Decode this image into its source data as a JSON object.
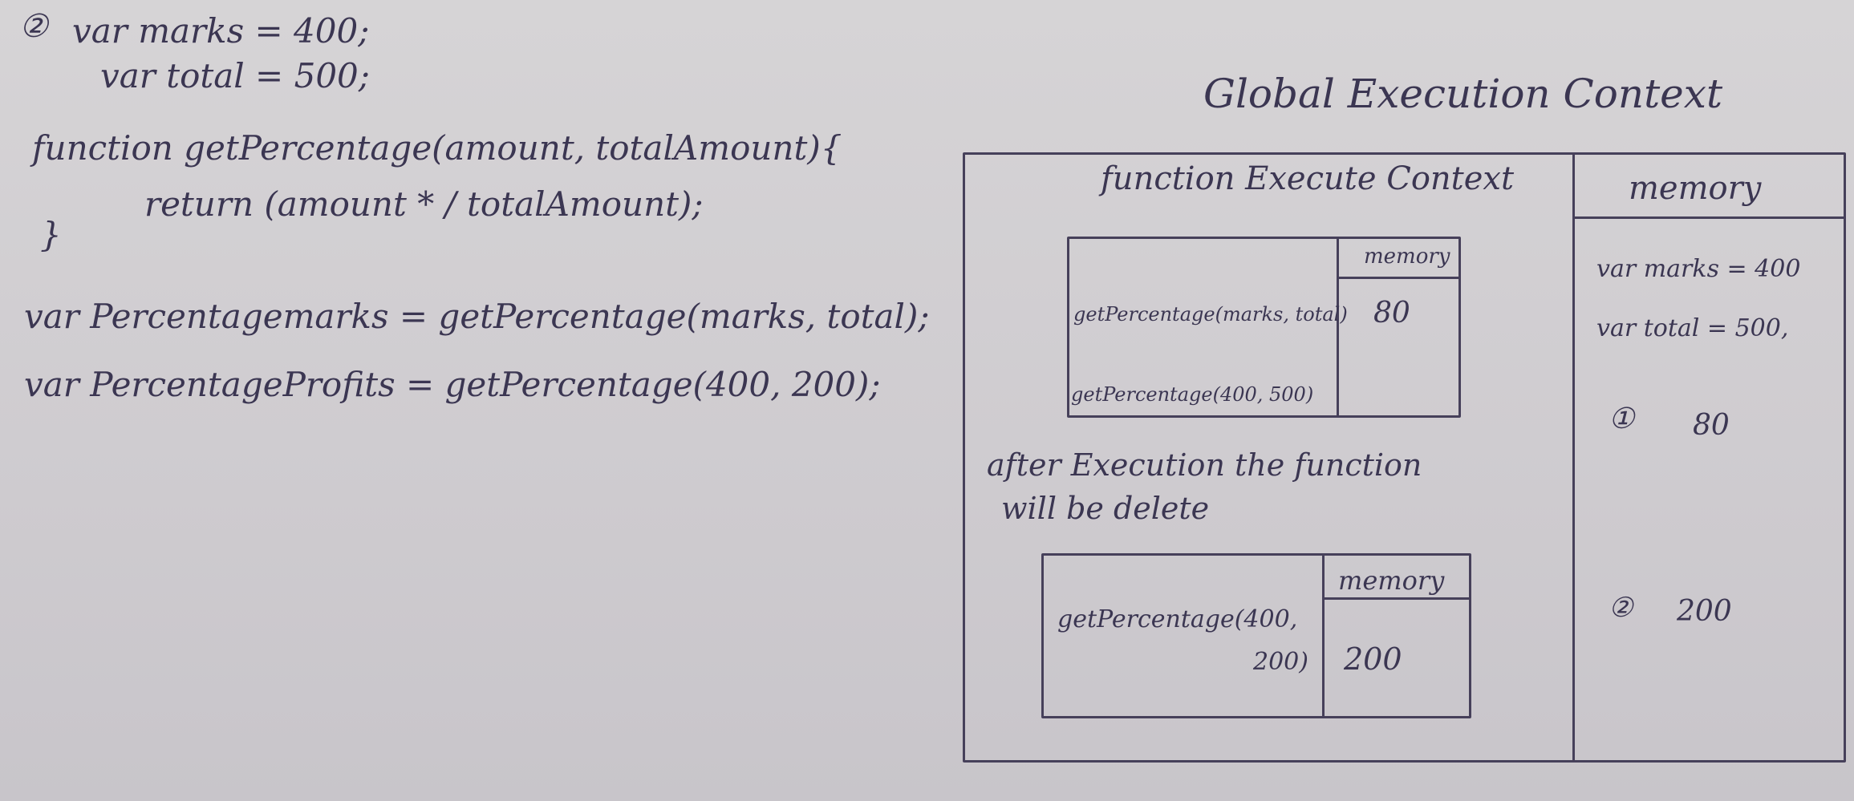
{
  "code": {
    "num1": "②",
    "line1": "var marks = 400;",
    "line2": "var total = 500;",
    "line3": "function getPercentage(amount, totalAmount){",
    "line4": "return (amount * / totalAmount);",
    "line5": "}",
    "line6": "var Percentagemarks = getPercentage(marks, total);",
    "line7": "var PercentageProfits = getPercentage(400, 200);"
  },
  "diagram": {
    "title": "Global Execution Context",
    "fec_header": "function Execute Context",
    "memory_header": "memory",
    "inner1": {
      "memory_label": "memory",
      "call1": "getPercentage(marks, total)",
      "call2": "getPercentage(400, 500)",
      "value": "80"
    },
    "note_line1": "after Execution the function",
    "note_line2": "will be delete",
    "inner2": {
      "memory_label": "memory",
      "call_line1": "getPercentage(400,",
      "call_line2": "200)",
      "value": "200"
    },
    "memory_col": {
      "m1": "var marks = 400",
      "m2": "var total = 500,",
      "n1": "①",
      "v1": "80",
      "n2": "②",
      "v2": "200"
    }
  }
}
